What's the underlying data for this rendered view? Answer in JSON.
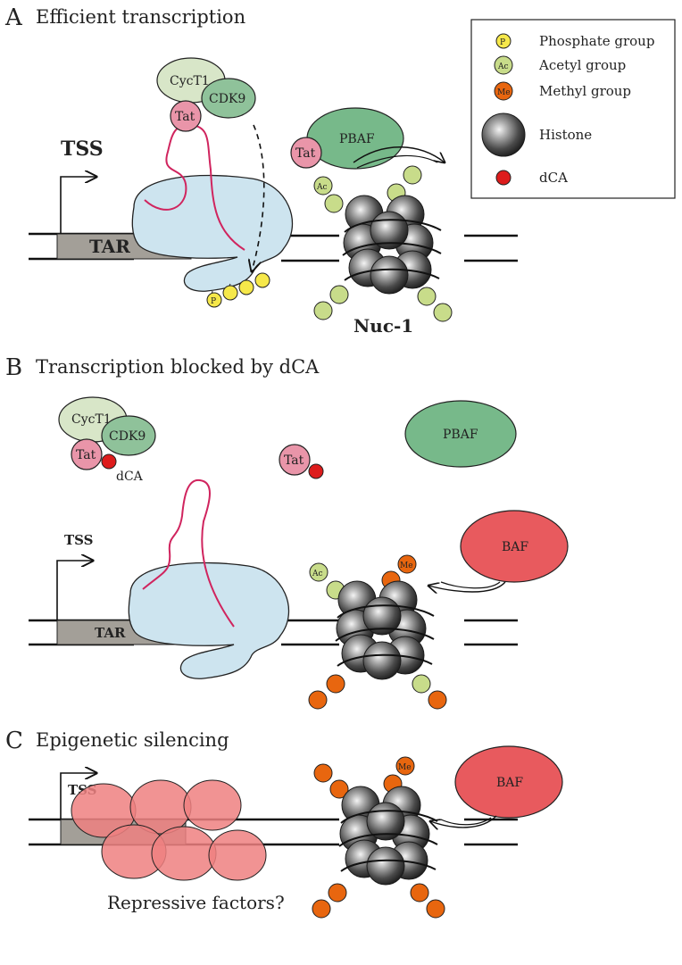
{
  "panels": {
    "a": {
      "letter": "A",
      "title": "Efficient transcription",
      "tss": "TSS",
      "tar": "TAR",
      "cyct1": "CycT1",
      "cdk9": "CDK9",
      "tat": "Tat",
      "pbaf": "PBAF",
      "phosphate": "P",
      "acetyl": "Ac",
      "nucleosome": "Nuc-1"
    },
    "b": {
      "letter": "B",
      "title": "Transcription blocked by dCA",
      "tss": "TSS",
      "tar": "TAR",
      "cyct1": "CycT1",
      "cdk9": "CDK9",
      "tat": "Tat",
      "tat_free": "Tat",
      "dca": "dCA",
      "pbaf": "PBAF",
      "baf": "BAF",
      "acetyl": "Ac",
      "methyl": "Me"
    },
    "c": {
      "letter": "C",
      "title": "Epigenetic silencing",
      "tss": "TSS",
      "baf": "BAF",
      "methyl": "Me",
      "repressive": "Repressive factors?"
    }
  },
  "legend": {
    "items": [
      {
        "symbol": "P",
        "label": "Phosphate group",
        "color": "#f6e84a"
      },
      {
        "symbol": "Ac",
        "label": "Acetyl group",
        "color": "#c8dc8a"
      },
      {
        "symbol": "Me",
        "label": "Methyl group",
        "color": "#e8660f"
      },
      {
        "symbol": "",
        "label": "Histone",
        "color": "#555555"
      },
      {
        "symbol": "",
        "label": "dCA",
        "color": "#dd1c1c"
      }
    ]
  },
  "colors": {
    "polymerase": "#cde4ef",
    "cyct1": "#d8e6c8",
    "cdk9": "#8fc29a",
    "tat": "#e995a9",
    "pbaf": "#77b98a",
    "baf": "#e85a5e",
    "phosphate": "#f6e84a",
    "acetyl": "#c8dc8a",
    "methyl": "#e8660f",
    "dca": "#dd1c1c",
    "rna": "#d0245e",
    "tar_box": "#a39f98",
    "repressor": "#ee8080"
  }
}
